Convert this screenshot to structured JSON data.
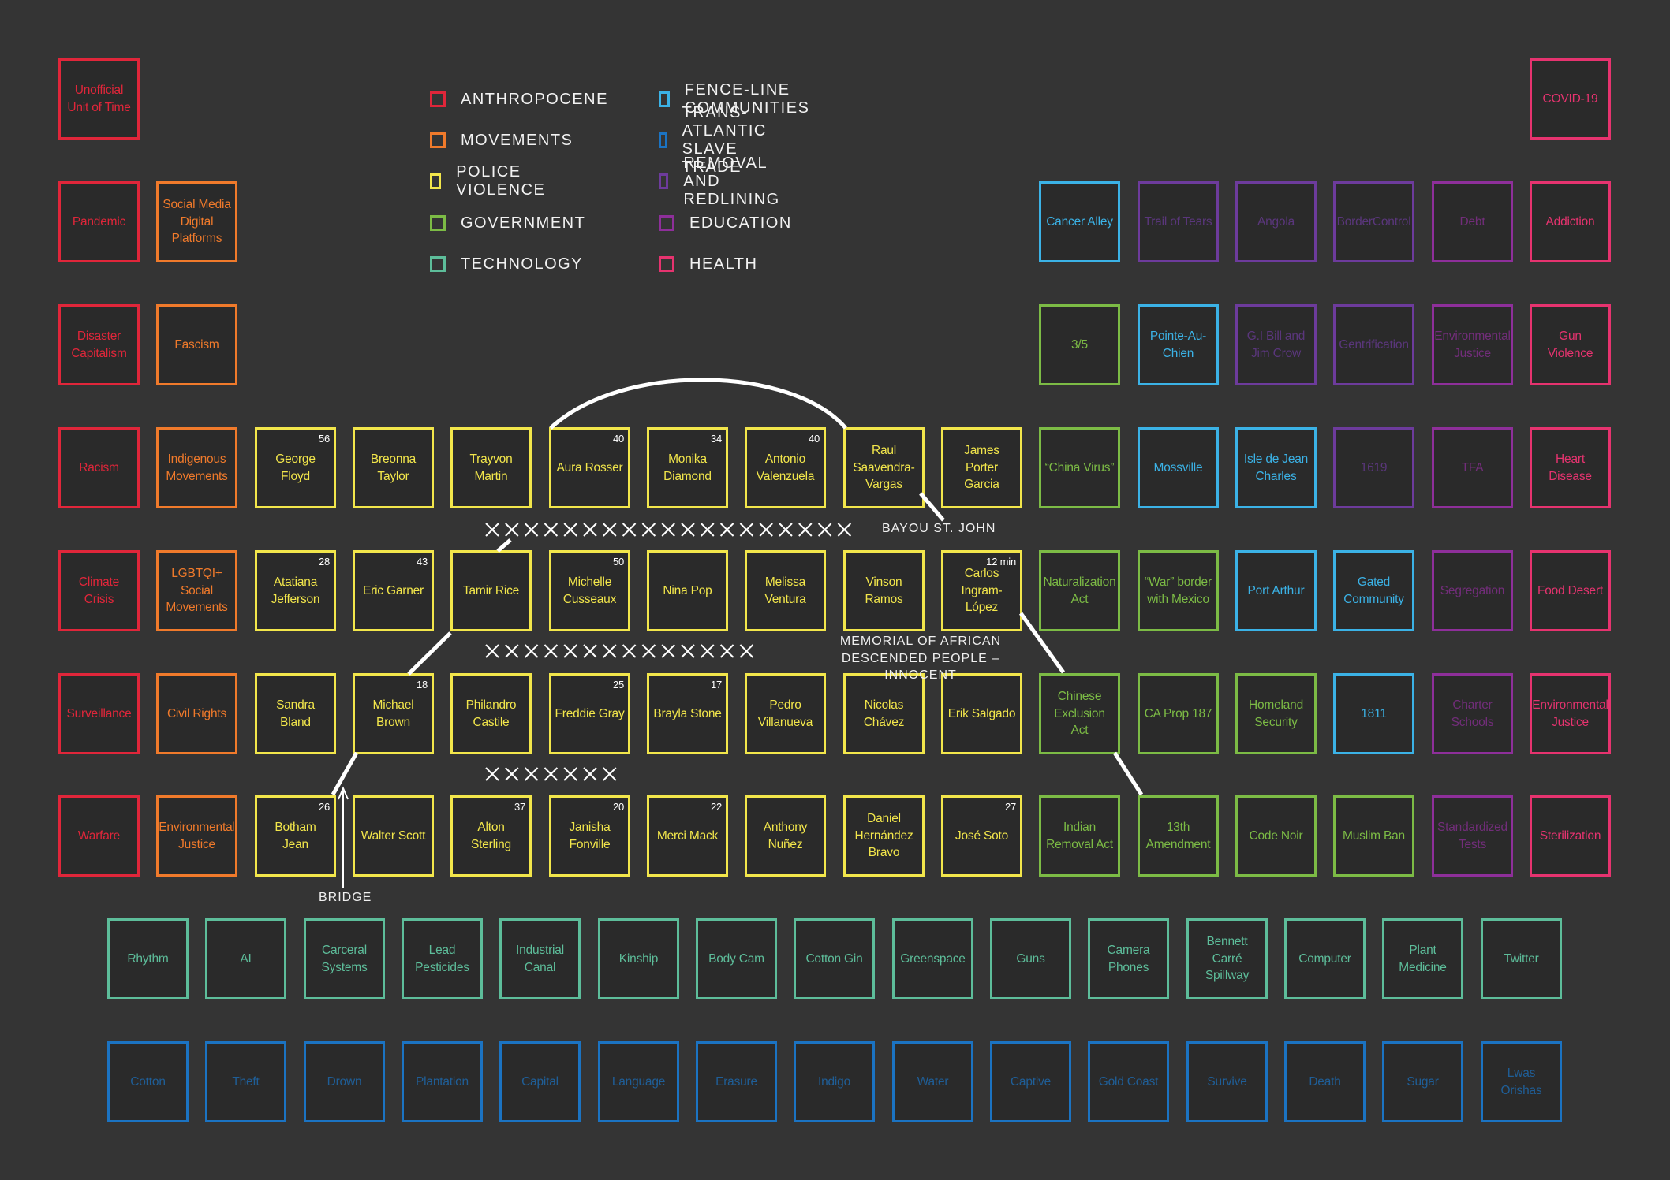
{
  "colors": {
    "anthropocene": "#e0263a",
    "movements": "#f07a2b",
    "police_violence": "#f2e64b",
    "government": "#7cbb45",
    "technology": "#5dbd9a",
    "fence_line": "#3bb2e6",
    "slave_trade": "#1b73c2",
    "removal": "#6d3b9c",
    "education": "#8e2f9a",
    "health": "#e6336f"
  },
  "legend": [
    {
      "key": "anthropocene",
      "label": "ANTHROPOCENE"
    },
    {
      "key": "movements",
      "label": "MOVEMENTS"
    },
    {
      "key": "police_violence",
      "label": "POLICE VIOLENCE"
    },
    {
      "key": "government",
      "label": "GOVERNMENT"
    },
    {
      "key": "technology",
      "label": "TECHNOLOGY"
    },
    {
      "key": "fence_line",
      "label": "FENCE-LINE COMMUNITIES"
    },
    {
      "key": "slave_trade",
      "label": "TRANS-ATLANTIC SLAVE TRADE"
    },
    {
      "key": "removal",
      "label": "REMOVAL AND REDLINING"
    },
    {
      "key": "education",
      "label": "EDUCATION"
    },
    {
      "key": "health",
      "label": "HEALTH"
    }
  ],
  "annotations": {
    "bayou": "BAYOU ST. JOHN",
    "memorial": "MEMORIAL OF AFRICAN\nDESCENDED PEOPLE – INNOCENT",
    "bridge": "BRIDGE",
    "cross_rows": [
      "XXXXXXXXXXXXXXXXXXX",
      "XXXXXXXXXXXXXX",
      "XXXXXXX"
    ]
  },
  "cells": [
    {
      "label": "Unofficial\nUnit of Time",
      "cat": "anthropocene"
    },
    {
      "label": "COVID-19",
      "cat": "health"
    },
    {
      "label": "Pandemic",
      "cat": "anthropocene"
    },
    {
      "label": "Social Media\nDigital\nPlatforms",
      "cat": "movements"
    },
    {
      "label": "Cancer Alley",
      "cat": "fence_line"
    },
    {
      "label": "Trail of Tears",
      "cat": "removal"
    },
    {
      "label": "Angola",
      "cat": "removal"
    },
    {
      "label": "BorderControl",
      "cat": "removal"
    },
    {
      "label": "Debt",
      "cat": "education"
    },
    {
      "label": "Addiction",
      "cat": "health"
    },
    {
      "label": "Disaster\nCapitalism",
      "cat": "anthropocene"
    },
    {
      "label": "Fascism",
      "cat": "movements"
    },
    {
      "label": "3/5",
      "cat": "government"
    },
    {
      "label": "Pointe-Au-\nChien",
      "cat": "fence_line"
    },
    {
      "label": "G.I Bill and\nJim Crow",
      "cat": "removal"
    },
    {
      "label": "Gentrification",
      "cat": "removal"
    },
    {
      "label": "Environmental\nJustice",
      "cat": "education"
    },
    {
      "label": "Gun\nViolence",
      "cat": "health"
    },
    {
      "label": "Racism",
      "cat": "anthropocene"
    },
    {
      "label": "Indigenous\nMovements",
      "cat": "movements"
    },
    {
      "label": "George\nFloyd",
      "cat": "police_violence",
      "num": "56"
    },
    {
      "label": "Breonna\nTaylor",
      "cat": "police_violence"
    },
    {
      "label": "Trayvon\nMartin",
      "cat": "police_violence"
    },
    {
      "label": "Aura Rosser",
      "cat": "police_violence",
      "num": "40"
    },
    {
      "label": "Monika\nDiamond",
      "cat": "police_violence",
      "num": "34"
    },
    {
      "label": "Antonio\nValenzuela",
      "cat": "police_violence",
      "num": "40"
    },
    {
      "label": "Raul\nSaavendra-\nVargas",
      "cat": "police_violence"
    },
    {
      "label": "James Porter\nGarcia",
      "cat": "police_violence"
    },
    {
      "label": "“China Virus”",
      "cat": "government"
    },
    {
      "label": "Mossville",
      "cat": "fence_line"
    },
    {
      "label": "Isle de Jean\nCharles",
      "cat": "fence_line"
    },
    {
      "label": "1619",
      "cat": "removal"
    },
    {
      "label": "TFA",
      "cat": "education"
    },
    {
      "label": "Heart\nDisease",
      "cat": "health"
    },
    {
      "label": "Climate\nCrisis",
      "cat": "anthropocene"
    },
    {
      "label": "LGBTQI+\nSocial\nMovements",
      "cat": "movements"
    },
    {
      "label": "Atatiana\nJefferson",
      "cat": "police_violence",
      "num": "28"
    },
    {
      "label": "Eric Garner",
      "cat": "police_violence",
      "num": "43"
    },
    {
      "label": "Tamir Rice",
      "cat": "police_violence"
    },
    {
      "label": "Michelle\nCusseaux",
      "cat": "police_violence",
      "num": "50"
    },
    {
      "label": "Nina Pop",
      "cat": "police_violence"
    },
    {
      "label": "Melissa\nVentura",
      "cat": "police_violence"
    },
    {
      "label": "Vinson\nRamos",
      "cat": "police_violence"
    },
    {
      "label": "Carlos\nIngram-\nLópez",
      "cat": "police_violence",
      "num": "12 min"
    },
    {
      "label": "Naturalization\nAct",
      "cat": "government"
    },
    {
      "label": "“War” border\nwith Mexico",
      "cat": "government"
    },
    {
      "label": "Port Arthur",
      "cat": "fence_line"
    },
    {
      "label": "Gated\nCommunity",
      "cat": "fence_line"
    },
    {
      "label": "Segregation",
      "cat": "education"
    },
    {
      "label": "Food Desert",
      "cat": "health"
    },
    {
      "label": "Surveillance",
      "cat": "anthropocene"
    },
    {
      "label": "Civil Rights",
      "cat": "movements"
    },
    {
      "label": "Sandra\nBland",
      "cat": "police_violence"
    },
    {
      "label": "Michael\nBrown",
      "cat": "police_violence",
      "num": "18"
    },
    {
      "label": "Philandro\nCastile",
      "cat": "police_violence"
    },
    {
      "label": "Freddie Gray",
      "cat": "police_violence",
      "num": "25"
    },
    {
      "label": "Brayla Stone",
      "cat": "police_violence",
      "num": "17"
    },
    {
      "label": "Pedro\nVillanueva",
      "cat": "police_violence"
    },
    {
      "label": "Nicolas\nChávez",
      "cat": "police_violence"
    },
    {
      "label": "Erik Salgado",
      "cat": "police_violence"
    },
    {
      "label": "Chinese\nExclusion Act",
      "cat": "government"
    },
    {
      "label": "CA Prop 187",
      "cat": "government"
    },
    {
      "label": "Homeland\nSecurity",
      "cat": "government"
    },
    {
      "label": "1811",
      "cat": "fence_line"
    },
    {
      "label": "Charter\nSchools",
      "cat": "education"
    },
    {
      "label": "Environmental\nJustice",
      "cat": "health"
    },
    {
      "label": "Warfare",
      "cat": "anthropocene"
    },
    {
      "label": "Environmental\nJustice",
      "cat": "movements"
    },
    {
      "label": "Botham\nJean",
      "cat": "police_violence",
      "num": "26"
    },
    {
      "label": "Walter Scott",
      "cat": "police_violence"
    },
    {
      "label": "Alton\nSterling",
      "cat": "police_violence",
      "num": "37"
    },
    {
      "label": "Janisha\nFonville",
      "cat": "police_violence",
      "num": "20"
    },
    {
      "label": "Merci Mack",
      "cat": "police_violence",
      "num": "22"
    },
    {
      "label": "Anthony\nNuñez",
      "cat": "police_violence"
    },
    {
      "label": "Daniel\nHernández\nBravo",
      "cat": "police_violence"
    },
    {
      "label": "José Soto",
      "cat": "police_violence",
      "num": "27"
    },
    {
      "label": "Indian\nRemoval Act",
      "cat": "government"
    },
    {
      "label": "13th\nAmendment",
      "cat": "government"
    },
    {
      "label": "Code Noir",
      "cat": "government"
    },
    {
      "label": "Muslim Ban",
      "cat": "government"
    },
    {
      "label": "Standardized\nTests",
      "cat": "education"
    },
    {
      "label": "Sterilization",
      "cat": "health"
    },
    {
      "label": "Rhythm",
      "cat": "technology"
    },
    {
      "label": "AI",
      "cat": "technology"
    },
    {
      "label": "Carceral\nSystems",
      "cat": "technology"
    },
    {
      "label": "Lead\nPesticides",
      "cat": "technology"
    },
    {
      "label": "Industrial\nCanal",
      "cat": "technology"
    },
    {
      "label": "Kinship",
      "cat": "technology"
    },
    {
      "label": "Body Cam",
      "cat": "technology"
    },
    {
      "label": "Cotton Gin",
      "cat": "technology"
    },
    {
      "label": "Greenspace",
      "cat": "technology"
    },
    {
      "label": "Guns",
      "cat": "technology"
    },
    {
      "label": "Camera\nPhones",
      "cat": "technology"
    },
    {
      "label": "Bennett\nCarré\nSpillway",
      "cat": "technology"
    },
    {
      "label": "Computer",
      "cat": "technology"
    },
    {
      "label": "Plant\nMedicine",
      "cat": "technology"
    },
    {
      "label": "Twitter",
      "cat": "technology"
    },
    {
      "label": "Cotton",
      "cat": "slave_trade"
    },
    {
      "label": "Theft",
      "cat": "slave_trade"
    },
    {
      "label": "Drown",
      "cat": "slave_trade"
    },
    {
      "label": "Plantation",
      "cat": "slave_trade"
    },
    {
      "label": "Capital",
      "cat": "slave_trade"
    },
    {
      "label": "Language",
      "cat": "slave_trade"
    },
    {
      "label": "Erasure",
      "cat": "slave_trade"
    },
    {
      "label": "Indigo",
      "cat": "slave_trade"
    },
    {
      "label": "Water",
      "cat": "slave_trade"
    },
    {
      "label": "Captive",
      "cat": "slave_trade"
    },
    {
      "label": "Gold Coast",
      "cat": "slave_trade"
    },
    {
      "label": "Survive",
      "cat": "slave_trade"
    },
    {
      "label": "Death",
      "cat": "slave_trade"
    },
    {
      "label": "Sugar",
      "cat": "slave_trade"
    },
    {
      "label": "Lwas\nOrishas",
      "cat": "slave_trade"
    }
  ]
}
